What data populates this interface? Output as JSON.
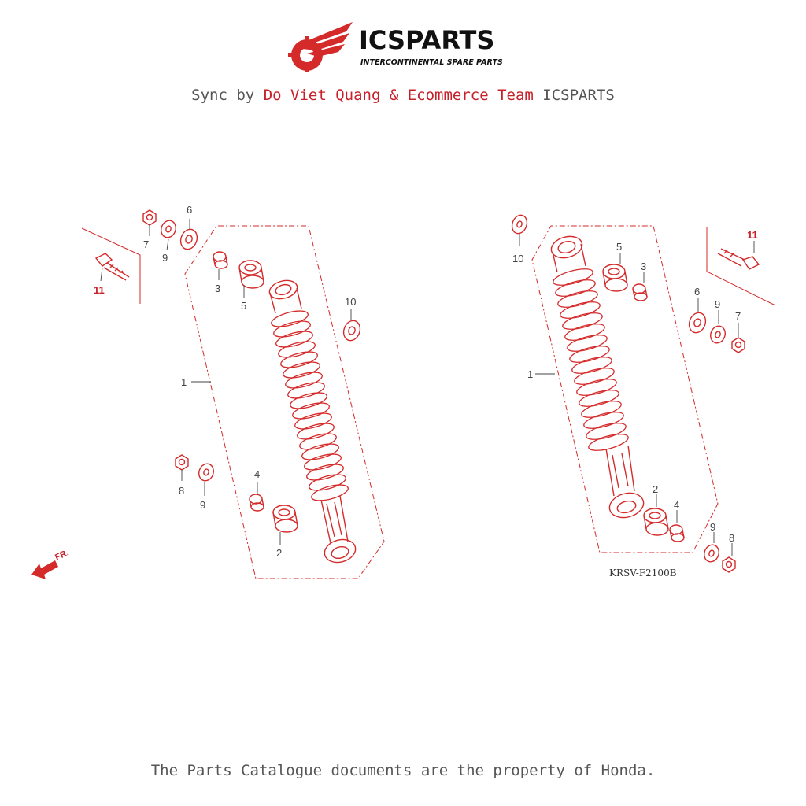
{
  "header": {
    "brand_name": "ICSPARTS",
    "brand_tagline": "INTERCONTINENTAL SPARE PARTS",
    "sync_prefix": "Sync by ",
    "sync_credit": "Do Viet Quang & Ecommerce Team",
    "sync_suffix": " ICSPARTS"
  },
  "diagram": {
    "code": "KRSV-F2100B",
    "front_indicator": "FR.",
    "left_assembly": {
      "callouts": [
        "1",
        "2",
        "3",
        "4",
        "5",
        "6",
        "7",
        "8",
        "9",
        "9",
        "10",
        "11"
      ]
    },
    "right_assembly": {
      "callouts": [
        "1",
        "2",
        "3",
        "4",
        "5",
        "6",
        "7",
        "8",
        "9",
        "9",
        "10",
        "11"
      ]
    },
    "colors": {
      "brand_red": "#c8202a",
      "line_red": "#d42a2a",
      "text_gray": "#555555"
    }
  },
  "footer": {
    "disclaimer": "The Parts Catalogue documents are the property of Honda."
  }
}
